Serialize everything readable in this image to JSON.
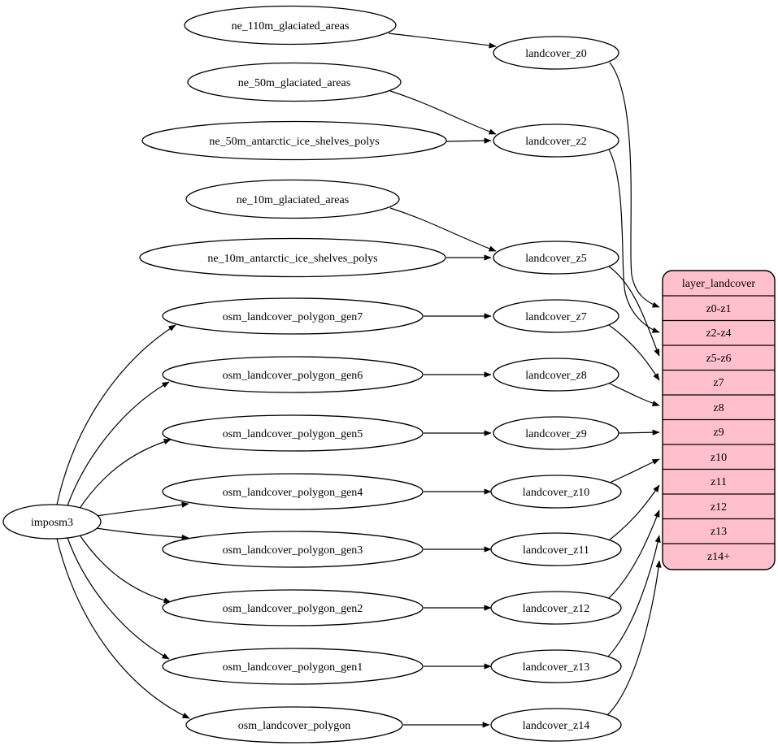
{
  "diagram": {
    "type": "graphviz-flow",
    "colors": {
      "background": "#ffffff",
      "node_fill": "#ffffff",
      "stroke": "#000000",
      "table_fill": "#ffc0cb"
    },
    "tool_node": {
      "label": "imposm3"
    },
    "source_nodes": [
      "ne_110m_glaciated_areas",
      "ne_50m_glaciated_areas",
      "ne_50m_antarctic_ice_shelves_polys",
      "ne_10m_glaciated_areas",
      "ne_10m_antarctic_ice_shelves_polys",
      "osm_landcover_polygon_gen7",
      "osm_landcover_polygon_gen6",
      "osm_landcover_polygon_gen5",
      "osm_landcover_polygon_gen4",
      "osm_landcover_polygon_gen3",
      "osm_landcover_polygon_gen2",
      "osm_landcover_polygon_gen1",
      "osm_landcover_polygon"
    ],
    "stage_nodes": [
      "landcover_z0",
      "landcover_z2",
      "landcover_z5",
      "landcover_z7",
      "landcover_z8",
      "landcover_z9",
      "landcover_z10",
      "landcover_z11",
      "landcover_z12",
      "landcover_z13",
      "landcover_z14"
    ],
    "table": {
      "header": "layer_landcover",
      "rows": [
        "z0-z1",
        "z2-z4",
        "z5-z6",
        "z7",
        "z8",
        "z9",
        "z10",
        "z11",
        "z12",
        "z13",
        "z14+"
      ]
    },
    "edges": [
      {
        "from": "ne_110m_glaciated_areas",
        "to": "landcover_z0"
      },
      {
        "from": "ne_50m_glaciated_areas",
        "to": "landcover_z2"
      },
      {
        "from": "ne_50m_antarctic_ice_shelves_polys",
        "to": "landcover_z2"
      },
      {
        "from": "ne_10m_glaciated_areas",
        "to": "landcover_z5"
      },
      {
        "from": "ne_10m_antarctic_ice_shelves_polys",
        "to": "landcover_z5"
      },
      {
        "from": "osm_landcover_polygon_gen7",
        "to": "landcover_z7"
      },
      {
        "from": "osm_landcover_polygon_gen6",
        "to": "landcover_z8"
      },
      {
        "from": "osm_landcover_polygon_gen5",
        "to": "landcover_z9"
      },
      {
        "from": "osm_landcover_polygon_gen4",
        "to": "landcover_z10"
      },
      {
        "from": "osm_landcover_polygon_gen3",
        "to": "landcover_z11"
      },
      {
        "from": "osm_landcover_polygon_gen2",
        "to": "landcover_z12"
      },
      {
        "from": "osm_landcover_polygon_gen1",
        "to": "landcover_z13"
      },
      {
        "from": "osm_landcover_polygon",
        "to": "landcover_z14"
      },
      {
        "from": "imposm3",
        "to": "osm_landcover_polygon_gen7"
      },
      {
        "from": "imposm3",
        "to": "osm_landcover_polygon_gen6"
      },
      {
        "from": "imposm3",
        "to": "osm_landcover_polygon_gen5"
      },
      {
        "from": "imposm3",
        "to": "osm_landcover_polygon_gen4"
      },
      {
        "from": "imposm3",
        "to": "osm_landcover_polygon_gen3"
      },
      {
        "from": "imposm3",
        "to": "osm_landcover_polygon_gen2"
      },
      {
        "from": "imposm3",
        "to": "osm_landcover_polygon_gen1"
      },
      {
        "from": "imposm3",
        "to": "osm_landcover_polygon"
      },
      {
        "from": "landcover_z0",
        "to": "layer_landcover.z0-z1"
      },
      {
        "from": "landcover_z2",
        "to": "layer_landcover.z2-z4"
      },
      {
        "from": "landcover_z5",
        "to": "layer_landcover.z5-z6"
      },
      {
        "from": "landcover_z7",
        "to": "layer_landcover.z7"
      },
      {
        "from": "landcover_z8",
        "to": "layer_landcover.z8"
      },
      {
        "from": "landcover_z9",
        "to": "layer_landcover.z9"
      },
      {
        "from": "landcover_z10",
        "to": "layer_landcover.z10"
      },
      {
        "from": "landcover_z11",
        "to": "layer_landcover.z11"
      },
      {
        "from": "landcover_z12",
        "to": "layer_landcover.z12"
      },
      {
        "from": "landcover_z13",
        "to": "layer_landcover.z13"
      },
      {
        "from": "landcover_z14",
        "to": "layer_landcover.z14+"
      }
    ]
  }
}
